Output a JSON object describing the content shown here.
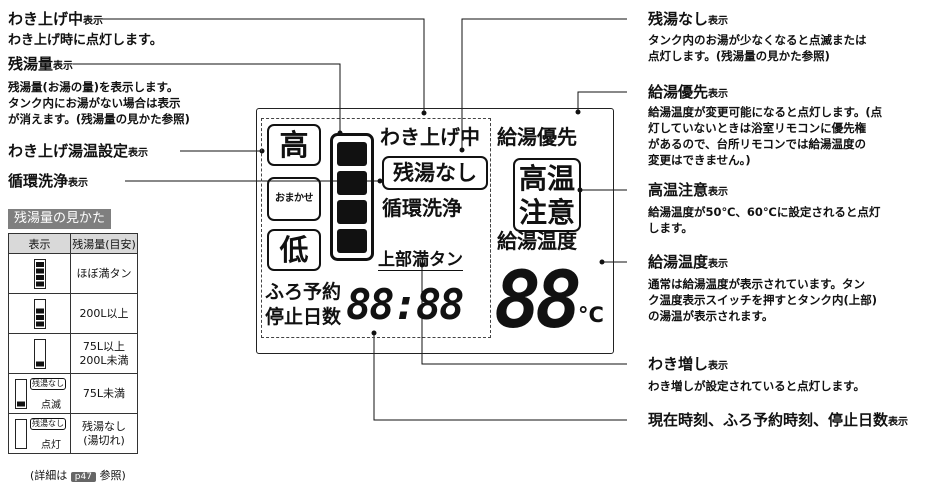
{
  "left": {
    "wakiagechu_label": "わき上げ中",
    "wakiagechu_suffix": "表示",
    "wakiagechu_desc": "わき上げ時に点灯します。",
    "zanyu_label": "残湯量",
    "zanyu_suffix": "表示",
    "zanyu_desc": [
      "残湯量(お湯の量)を表示します。",
      "タンク内にお湯がない場合は表示",
      "が消えます。(残湯量の見かた参照)"
    ],
    "settei_label": "わき上げ湯温設定",
    "settei_suffix": "表示",
    "junkan_label": "循環洗浄",
    "junkan_suffix": "表示"
  },
  "legend": {
    "title": "残湯量の見かた",
    "col_display": "表示",
    "col_amount": "残湯量(目安)",
    "rows": [
      {
        "value": "ほぼ満タン"
      },
      {
        "value": "200L以上"
      },
      {
        "value1": "75L以上",
        "value2": "200L未満"
      },
      {
        "badge": "残湯なし",
        "state": "点滅",
        "value": "75L未満"
      },
      {
        "badge": "残湯なし",
        "state": "点灯",
        "value1": "残湯なし",
        "value2": "(湯切れ)"
      }
    ],
    "footer_pre": "(詳細は",
    "footer_ref": "p47",
    "footer_post": "参照)"
  },
  "lcd": {
    "high": "高",
    "omakase": "おまかせ",
    "low": "低",
    "wakiagechu": "わき上げ中",
    "kyuto_yusen": "給湯優先",
    "zanyu_nashi": "残湯なし",
    "junkan_senjo": "循環洗浄",
    "koon_1": "高温",
    "koon_2": "注意",
    "kyuto_ondo": "給湯温度",
    "jobu_mantan": "上部満タン",
    "furo_yoyaku": "ふろ予約",
    "teishi_nissu": "停止日数",
    "clock": "88:88",
    "temp": "88",
    "unit": "°C"
  },
  "right": {
    "zanyu_nashi_label": "残湯なし",
    "zanyu_nashi_suffix": "表示",
    "zanyu_nashi_desc": [
      "タンク内のお湯が少なくなると点滅または",
      "点灯します。(残湯量の見かた参照)"
    ],
    "yusen_label": "給湯優先",
    "yusen_suffix": "表示",
    "yusen_desc": [
      "給湯温度が変更可能になると点灯します。(点",
      "灯していないときは浴室リモコンに優先権",
      "があるので、台所リモコンでは給湯温度の",
      "変更はできません。)"
    ],
    "koon_label": "高温注意",
    "koon_suffix": "表示",
    "koon_desc": [
      "給湯温度が50℃、60℃に設定されると点灯",
      "します。"
    ],
    "ondo_label": "給湯温度",
    "ondo_suffix": "表示",
    "ondo_desc": [
      "通常は給湯温度が表示されています。タン",
      "ク温度表示スイッチを押すとタンク内(上部)",
      "の湯温が表示されます。"
    ],
    "oidaki_label": "わき増し",
    "oidaki_suffix": "表示",
    "oidaki_desc": "わき増しが設定されていると点灯します。",
    "jikoku_label": "現在時刻、ふろ予約時刻、停止日数",
    "jikoku_suffix": "表示"
  }
}
